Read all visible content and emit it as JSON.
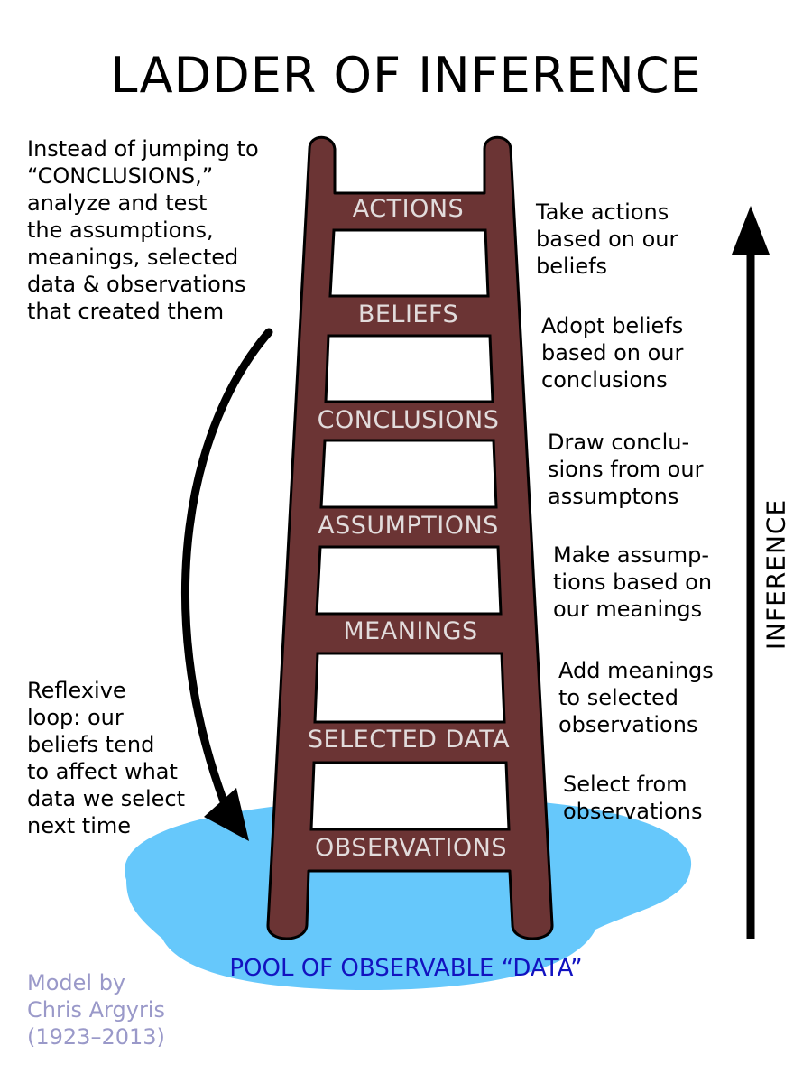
{
  "title": "LADDER OF INFERENCE",
  "intro_note": "Instead of jumping to\n“CONCLUSIONS,”\nanalyze and test\nthe assumptions,\nmeanings, selected\ndata & observations\nthat created them",
  "loop_note": "Reflexive\nloop: our\nbeliefs tend\nto affect what\ndata we select\nnext time",
  "credit": "Model by\nChris Argyris\n(1923–2013)",
  "pool_label": "POOL OF OBSERVABLE “DATA”",
  "inference_label": "INFERENCE",
  "rungs": [
    {
      "label": "ACTIONS",
      "description": "Take actions\nbased on our\nbeliefs"
    },
    {
      "label": "BELIEFS",
      "description": "Adopt beliefs\nbased on our\nconclusions"
    },
    {
      "label": "CONCLUSIONS",
      "description": "Draw conclu-\nsions from our\nassumptons"
    },
    {
      "label": "ASSUMPTIONS",
      "description": "Make assump-\ntions based on\nour meanings"
    },
    {
      "label": "MEANINGS",
      "description": "Add meanings\nto selected\nobservations"
    },
    {
      "label": "SELECTED DATA",
      "description": "Select from\nobservations"
    },
    {
      "label": "OBSERVATIONS",
      "description": ""
    }
  ],
  "colors": {
    "ladder": "#6b3434",
    "pool": "#66c8fb",
    "pool_text": "#1212c0",
    "rung_text": "#e2dcdc",
    "credit_text": "#9a99c9"
  }
}
